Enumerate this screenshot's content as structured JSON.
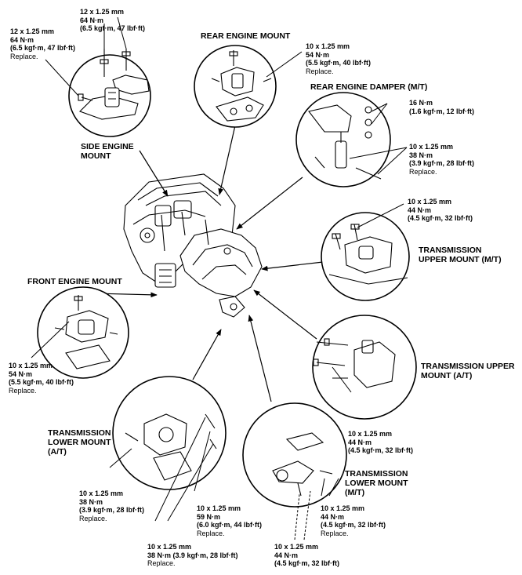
{
  "mounts": {
    "side_engine": {
      "title_l1": "SIDE ENGINE",
      "title_l2": "MOUNT",
      "bolt_top": {
        "l1": "12 x 1.25 mm",
        "l2": "64 N·m",
        "l3": "(6.5 kgf·m, 47 lbf·ft)"
      },
      "bolt_left": {
        "l1": "12 x 1.25 mm",
        "l2": "64 N·m",
        "l3": "(6.5 kgf·m, 47 lbf·ft)",
        "l4": "Replace."
      }
    },
    "rear_engine": {
      "title": "REAR ENGINE MOUNT",
      "bolt": {
        "l1": "10 x 1.25 mm",
        "l2": "54 N·m",
        "l3": "(5.5 kgf·m, 40 lbf·ft)",
        "l4": "Replace."
      }
    },
    "rear_damper": {
      "title": "REAR ENGINE DAMPER (M/T)",
      "bolt_a": {
        "l1": "16 N·m",
        "l2": "(1.6 kgf·m, 12 lbf·ft)"
      },
      "bolt_b": {
        "l1": "10 x 1.25 mm",
        "l2": "38 N·m",
        "l3": "(3.9 kgf·m, 28 lbf·ft)",
        "l4": "Replace."
      }
    },
    "trans_upper_mt": {
      "title_l1": "TRANSMISSION",
      "title_l2": "UPPER MOUNT (M/T)",
      "bolt": {
        "l1": "10 x 1.25 mm",
        "l2": "44 N·m",
        "l3": "(4.5 kgf·m, 32 lbf·ft)"
      }
    },
    "front_engine": {
      "title": "FRONT ENGINE MOUNT",
      "bolt": {
        "l1": "10 x 1.25 mm",
        "l2": "54 N·m",
        "l3": "(5.5 kgf·m, 40 lbf·ft)",
        "l4": "Replace."
      }
    },
    "trans_upper_at": {
      "title_l1": "TRANSMISSION UPPER",
      "title_l2": "MOUNT (A/T)",
      "bolt": {
        "l1": "10 x 1.25 mm",
        "l2": "44 N·m",
        "l3": "(4.5 kgf·m, 32 lbf·ft)"
      }
    },
    "trans_lower_at": {
      "title_l1": "TRANSMISSION",
      "title_l2": "LOWER MOUNT",
      "title_l3": "(A/T)",
      "bolt_a": {
        "l1": "10 x 1.25 mm",
        "l2": "38 N·m",
        "l3": "(3.9 kgf·m, 28 lbf·ft)",
        "l4": "Replace."
      },
      "bolt_b": {
        "l1": "10 x 1.25 mm",
        "l2": "59 N·m",
        "l3": "(6.0 kgf·m, 44 lbf·ft)",
        "l4": "Replace."
      },
      "bolt_c": {
        "l1": "10 x 1.25 mm",
        "l2": "38 N·m (3.9 kgf·m, 28 lbf·ft)",
        "l3": "Replace."
      }
    },
    "trans_lower_mt": {
      "title_l1": "TRANSMISSION",
      "title_l2": "LOWER MOUNT",
      "title_l3": "(M/T)",
      "bolt_a": {
        "l1": "10 x 1.25 mm",
        "l2": "44 N·m",
        "l3": "(4.5 kgf·m, 32 lbf·ft)",
        "l4": "Replace."
      },
      "bolt_b": {
        "l1": "10 x 1.25 mm",
        "l2": "44 N·m",
        "l3": "(4.5 kgf·m, 32 lbf·ft)"
      }
    }
  }
}
